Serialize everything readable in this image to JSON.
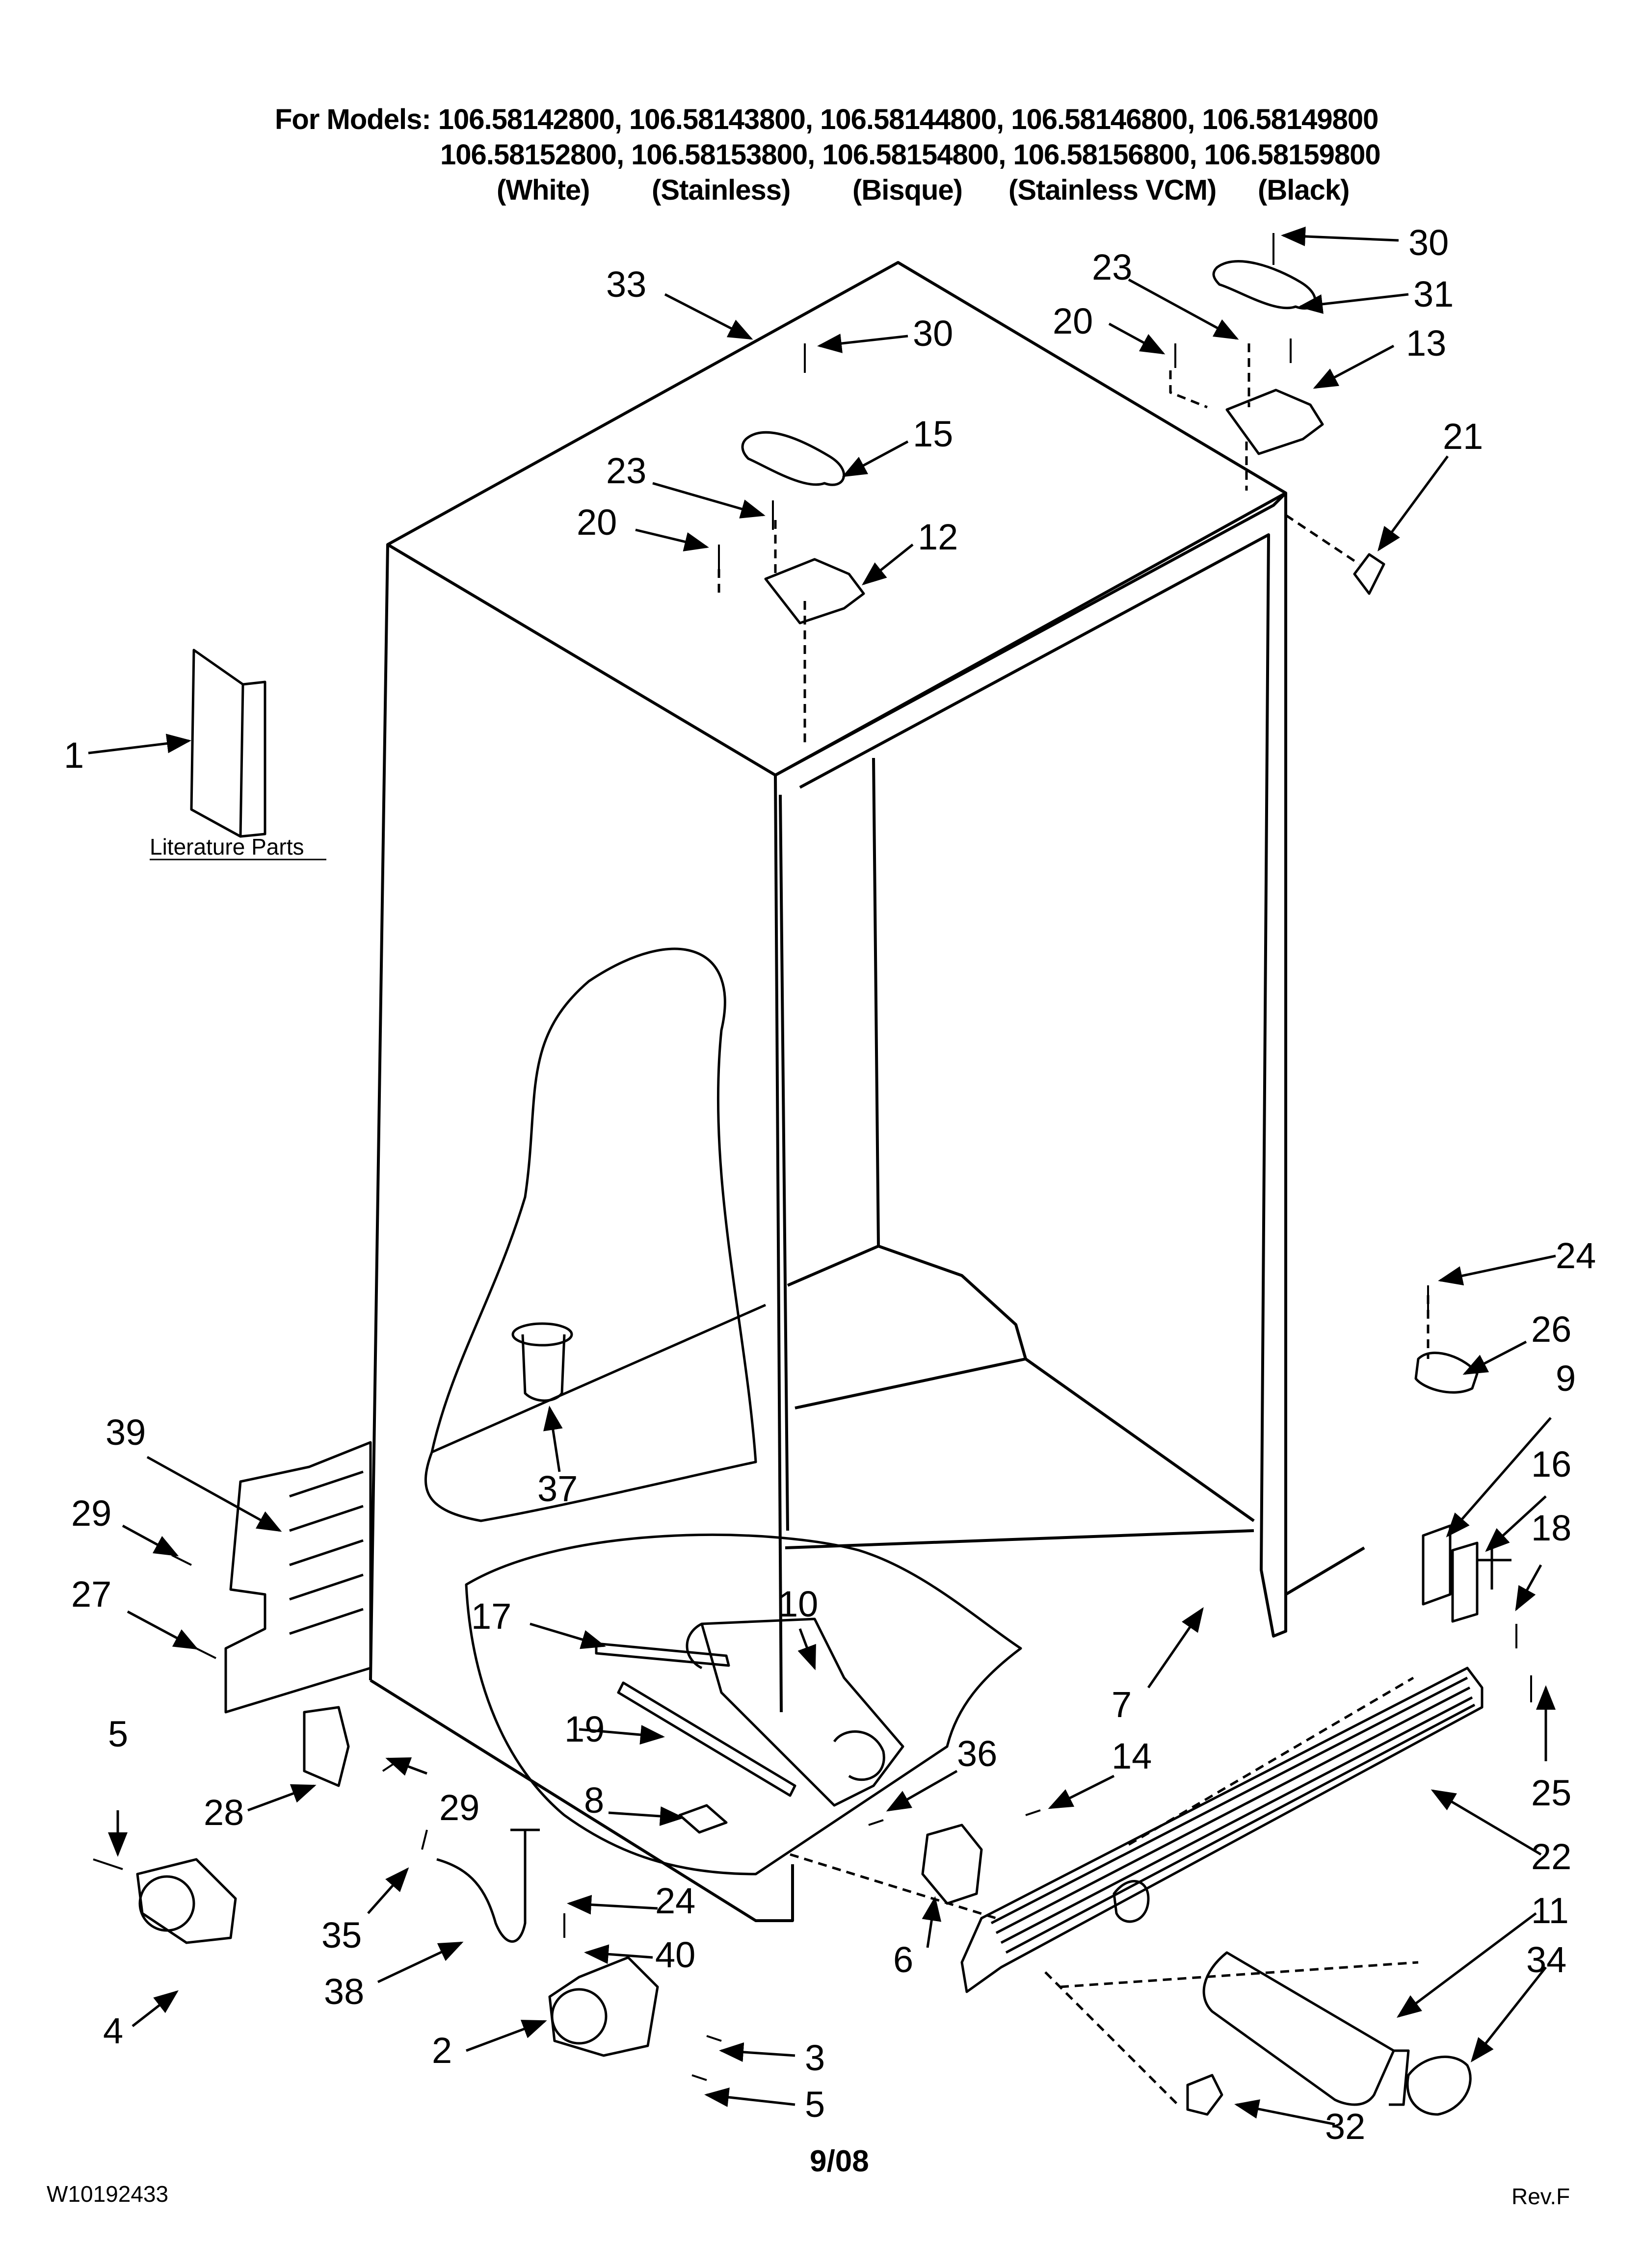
{
  "header": {
    "line1": "For Models: 106.58142800, 106.58143800, 106.58144800, 106.58146800, 106.58149800",
    "line2": "106.58152800, 106.58153800, 106.58154800, 106.58156800, 106.58159800",
    "colors": [
      "(White)",
      "(Stainless)",
      "(Bisque)",
      "(Stainless VCM)",
      "(Black)"
    ]
  },
  "literature_label": "Literature Parts",
  "callouts": [
    {
      "id": "c30a",
      "text": "30"
    },
    {
      "id": "c31",
      "text": "31"
    },
    {
      "id": "c23a",
      "text": "23"
    },
    {
      "id": "c20a",
      "text": "20"
    },
    {
      "id": "c13",
      "text": "13"
    },
    {
      "id": "c21",
      "text": "21"
    },
    {
      "id": "c33",
      "text": "33"
    },
    {
      "id": "c30b",
      "text": "30"
    },
    {
      "id": "c15",
      "text": "15"
    },
    {
      "id": "c23b",
      "text": "23"
    },
    {
      "id": "c20b",
      "text": "20"
    },
    {
      "id": "c12",
      "text": "12"
    },
    {
      "id": "c1",
      "text": "1"
    },
    {
      "id": "c24a",
      "text": "24"
    },
    {
      "id": "c26",
      "text": "26"
    },
    {
      "id": "c9",
      "text": "9"
    },
    {
      "id": "c16",
      "text": "16"
    },
    {
      "id": "c18",
      "text": "18"
    },
    {
      "id": "c39",
      "text": "39"
    },
    {
      "id": "c29a",
      "text": "29"
    },
    {
      "id": "c37",
      "text": "37"
    },
    {
      "id": "c27",
      "text": "27"
    },
    {
      "id": "c10",
      "text": "10"
    },
    {
      "id": "c17",
      "text": "17"
    },
    {
      "id": "c7",
      "text": "7"
    },
    {
      "id": "c25",
      "text": "25"
    },
    {
      "id": "c19",
      "text": "19"
    },
    {
      "id": "c36",
      "text": "36"
    },
    {
      "id": "c14",
      "text": "14"
    },
    {
      "id": "c5a",
      "text": "5"
    },
    {
      "id": "c8",
      "text": "8"
    },
    {
      "id": "c28",
      "text": "28"
    },
    {
      "id": "c29b",
      "text": "29"
    },
    {
      "id": "c22",
      "text": "22"
    },
    {
      "id": "c11",
      "text": "11"
    },
    {
      "id": "c24b",
      "text": "24"
    },
    {
      "id": "c35",
      "text": "35"
    },
    {
      "id": "c6",
      "text": "6"
    },
    {
      "id": "c34",
      "text": "34"
    },
    {
      "id": "c40",
      "text": "40"
    },
    {
      "id": "c4",
      "text": "4"
    },
    {
      "id": "c38",
      "text": "38"
    },
    {
      "id": "c2",
      "text": "2"
    },
    {
      "id": "c3",
      "text": "3"
    },
    {
      "id": "c5b",
      "text": "5"
    },
    {
      "id": "c32",
      "text": "32"
    }
  ],
  "footer": {
    "doc_number": "W10192433",
    "date": "9/08",
    "revision": "Rev.F"
  }
}
